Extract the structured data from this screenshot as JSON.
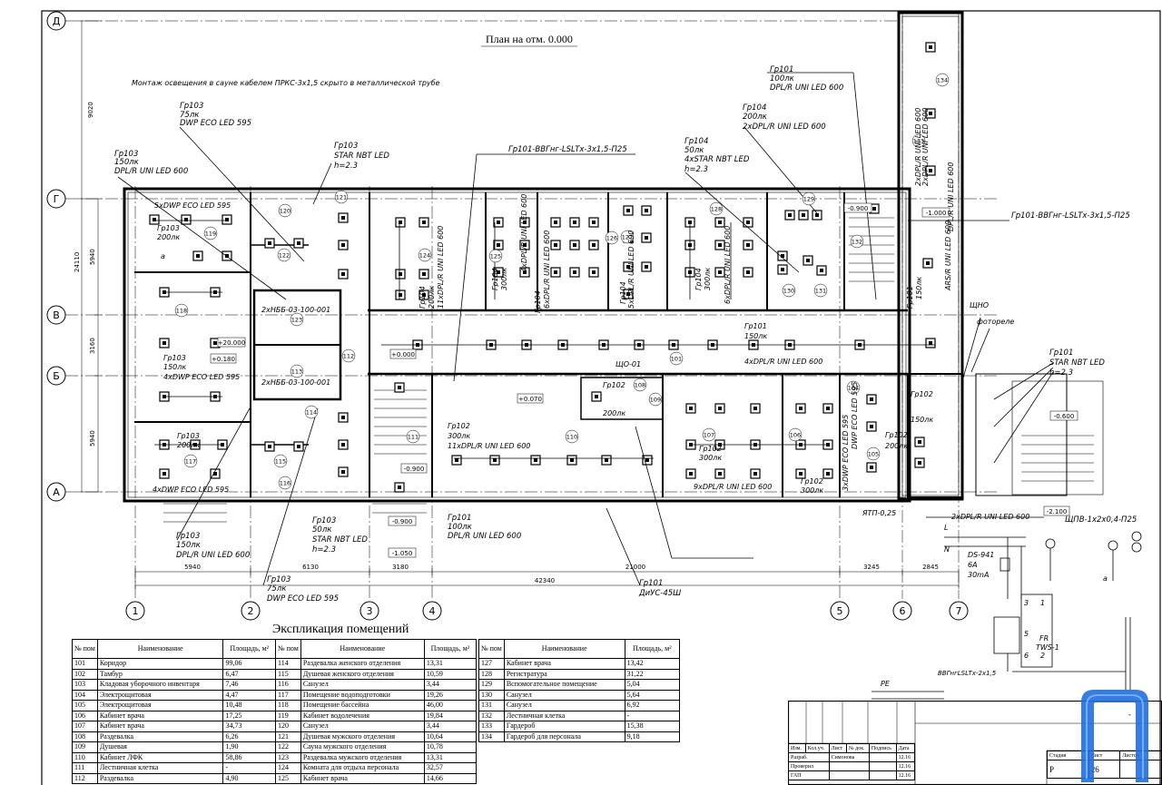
{
  "plan": {
    "title": "План на отм. 0.000",
    "note": "Монтаж освещения в сауне кабелем ПРКС-3х1,5 скрыто в металлической трубе",
    "axes_rows": [
      "Д",
      "Г",
      "В",
      "Б",
      "А"
    ],
    "axes_cols": [
      "1",
      "2",
      "3",
      "4",
      "5",
      "6",
      "7"
    ],
    "dims_left": [
      "9020",
      "24110",
      "5940",
      "3160",
      "5940"
    ],
    "dims_bottom": [
      "5940",
      "6130",
      "3180",
      "21000",
      "3245",
      "2845"
    ],
    "dim_total": "42340",
    "levels": [
      "-0.900",
      "-1.000",
      "+0.000",
      "-2.100",
      "-0.600",
      "+0.180",
      "+0.070",
      "-0.900",
      "-0.900",
      "-1.050",
      "+20.000"
    ],
    "callouts": [
      {
        "t1": "Гр103",
        "t2": "75лк",
        "t3": "DWP ECO LED 595"
      },
      {
        "t1": "Гр103",
        "t2": "150лк",
        "t3": "DPL/R UNI LED 600"
      },
      {
        "t1": "Гр103",
        "t2": "STAR NBT LED",
        "t3": "h=2.3"
      },
      {
        "t1": "Гр101",
        "t2": "100лк",
        "t3": "DPL/R UNI LED 600"
      },
      {
        "t1": "Гр104",
        "t2": "200лк",
        "t3": "2хDPL/R UNI LED 600"
      },
      {
        "t1": "Гр104",
        "t2": "50лк",
        "t3": "4хSTAR NBT LED",
        "t4": "h=2.3"
      },
      {
        "t1": "Гр101",
        "t2": "STAR NBT LED",
        "t3": "h=2.3"
      },
      {
        "t1": "Гр103",
        "t2": "150лк",
        "t3": "DPL/R UNI LED 600"
      },
      {
        "t1": "Гр103",
        "t2": "75лк",
        "t3": "DWP ECO LED 595"
      },
      {
        "t1": "Гр103",
        "t2": "50лк",
        "t3": "STAR NBT LED",
        "t4": "h=2.3"
      },
      {
        "t1": "Гр101",
        "t2": "100лк",
        "t3": "DPL/R UNI LED 600"
      },
      {
        "t1": "Гр101",
        "t2": "ДиУС-45Ш"
      }
    ],
    "cables": [
      "Гр101-ВВГнг-LSLTx-3х1,5-П25",
      "Гр101-ВВГнг-LSLTx-3х1,5-П25",
      "ЩПВ-1х2х0,4-П25",
      "ВВГнгLSLTx-2х1,5"
    ],
    "room_labels": [
      "5хDWP ECO LED 595",
      "Гр103",
      "200лк",
      "Гр103",
      "150лк",
      "4хDWP ECO LED 595",
      "2хНББ-03-100-001",
      "2хНББ-03-100-001",
      "Гр103",
      "200лк",
      "4хDWP ECO LED 595",
      "Гр104",
      "200лк",
      "11хDPL/R UNI LED 600",
      "Гр104",
      "300лк",
      "4хDPL/R UNI LED 600",
      "Гр104",
      "6хDPL/R UNI LED 600",
      "Гр104",
      "5хDPL/R UNI LED 600",
      "Гр104",
      "300лк",
      "6хDPL/R UNI LED 600",
      "Гр101",
      "150лк",
      "4хDPL/R UNI LED 600",
      "ЩО-01",
      "Гр102",
      "200лк",
      "Гр102",
      "300лк",
      "11хDPL/R UNI LED 600",
      "Гр102",
      "300лк",
      "9хDPL/R UNI LED 600",
      "Гр102",
      "300лк",
      "3хDWP ECO LED 595",
      "DWP ECO LED 595",
      "Гр102",
      "150лк",
      "Гр102",
      "200лк",
      "2хDPL/R UNI LED 600",
      "ЯТП-0,25",
      "Гр101",
      "150лк",
      "ARS/R UNI LED 600",
      "DPL/R UNI LED 600",
      "2хDPL/R UNI LED 600",
      "2хDPL/R UNI LED 600",
      "ЩНО",
      "фотореле",
      "a"
    ],
    "room_numbers": [
      "101",
      "104",
      "105",
      "106",
      "107",
      "108",
      "109",
      "110",
      "111",
      "112",
      "113",
      "114",
      "115",
      "116",
      "117",
      "118",
      "119",
      "120",
      "121",
      "122",
      "123",
      "124",
      "125",
      "126",
      "127",
      "128",
      "129",
      "130",
      "131",
      "132",
      "133",
      "134"
    ],
    "scheme": {
      "labels": [
        "L",
        "N",
        "PE",
        "DS-941",
        "6А",
        "30mA",
        "FR",
        "TWS-1",
        "3",
        "1",
        "5",
        "6",
        "2",
        "a"
      ]
    }
  },
  "explication": {
    "title": "Экспликация помещений",
    "headers": {
      "num": "№ пом",
      "name": "Наименование",
      "area": "Площадь, м²"
    },
    "col1": [
      {
        "n": "101",
        "name": "Коридор",
        "a": "99,06"
      },
      {
        "n": "102",
        "name": "Тамбур",
        "a": "6,47"
      },
      {
        "n": "103",
        "name": "Кладовая уборочного инвентаря",
        "a": "7,46"
      },
      {
        "n": "104",
        "name": "Электрощитовая",
        "a": "4,47"
      },
      {
        "n": "105",
        "name": "Электрощитовая",
        "a": "10,48"
      },
      {
        "n": "106",
        "name": "Кабинет врача",
        "a": "17,25"
      },
      {
        "n": "107",
        "name": "Кабинет врача",
        "a": "34,73"
      },
      {
        "n": "108",
        "name": "Раздевалка",
        "a": "6,26"
      },
      {
        "n": "109",
        "name": "Душевая",
        "a": "1,90"
      },
      {
        "n": "110",
        "name": "Кабинет ЛФК",
        "a": "58,86"
      },
      {
        "n": "111",
        "name": "Лестничная клетка",
        "a": "-"
      },
      {
        "n": "112",
        "name": "Раздевалка",
        "a": "4,90"
      }
    ],
    "col2": [
      {
        "n": "114",
        "name": "Раздевалка женского отделения",
        "a": "13,31"
      },
      {
        "n": "115",
        "name": "Душевая женского отделения",
        "a": "10,59"
      },
      {
        "n": "116",
        "name": "Санузел",
        "a": "3,44"
      },
      {
        "n": "117",
        "name": "Помещение водоподготовки",
        "a": "19,26"
      },
      {
        "n": "118",
        "name": "Помещение бассейна",
        "a": "46,00"
      },
      {
        "n": "119",
        "name": "Кабинет водолечения",
        "a": "19,84"
      },
      {
        "n": "120",
        "name": "Санузел",
        "a": "3,44"
      },
      {
        "n": "121",
        "name": "Душевая мужского отделения",
        "a": "10,64"
      },
      {
        "n": "122",
        "name": "Сауна мужского отделения",
        "a": "10,78"
      },
      {
        "n": "123",
        "name": "Раздевалка мужского отделения",
        "a": "13,31"
      },
      {
        "n": "124",
        "name": "Комната для отдыха персонала",
        "a": "32,57"
      },
      {
        "n": "125",
        "name": "Кабинет врача",
        "a": "14,66"
      }
    ],
    "col3": [
      {
        "n": "127",
        "name": "Кабинет врача",
        "a": "13,42"
      },
      {
        "n": "128",
        "name": "Регистратура",
        "a": "31,22"
      },
      {
        "n": "129",
        "name": "Вспомогательное помещение",
        "a": "5,04"
      },
      {
        "n": "130",
        "name": "Санузел",
        "a": "5,64"
      },
      {
        "n": "131",
        "name": "Санузел",
        "a": "6,92"
      },
      {
        "n": "132",
        "name": "Лестничная клетка",
        "a": "-"
      },
      {
        "n": "133",
        "name": "Гардероб",
        "a": "15,38"
      },
      {
        "n": "134",
        "name": "Гардероб для персонала",
        "a": "9,18"
      }
    ]
  },
  "stamp": {
    "cols": [
      "Изм.",
      "Кол.уч.",
      "Лист",
      "№ док.",
      "Подпись",
      "Дата"
    ],
    "rows": [
      {
        "role": "Разраб.",
        "name": "Симонова",
        "date": "12.16"
      },
      {
        "role": "Проверил",
        "name": "",
        "date": "12.16"
      },
      {
        "role": "ГАП",
        "name": "",
        "date": "12.16"
      }
    ],
    "stage_label": "Стадия",
    "sheet_label": "Лист",
    "sheets_label": "Листов",
    "stage": "Р",
    "sheet": "26",
    "dash": "-"
  },
  "colors": {
    "ink": "#000000",
    "logo": "#1f6fe0"
  }
}
